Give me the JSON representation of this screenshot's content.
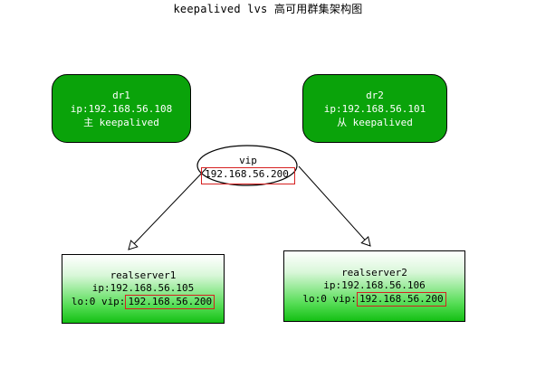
{
  "title": "keepalived lvs 高可用群集架构图",
  "dr1": {
    "name": "dr1",
    "ip": "ip:192.168.56.108",
    "role": "主 keepalived"
  },
  "dr2": {
    "name": "dr2",
    "ip": "ip:192.168.56.101",
    "role": "从 keepalived"
  },
  "vip": {
    "label": "vip",
    "address": "192.168.56.200"
  },
  "realserver1": {
    "name": "realserver1",
    "ip": "ip:192.168.56.105",
    "lo_prefix": "lo:0 vip:",
    "lo_vip": "192.168.56.200"
  },
  "realserver2": {
    "name": "realserver2",
    "ip": "ip:192.168.56.106",
    "lo_prefix": "lo:0 vip:",
    "lo_vip": "192.168.56.200"
  },
  "colors": {
    "dr_fill": "#0aa30a",
    "highlight": "#d62020",
    "realserver_gradient_end": "#14c014"
  }
}
